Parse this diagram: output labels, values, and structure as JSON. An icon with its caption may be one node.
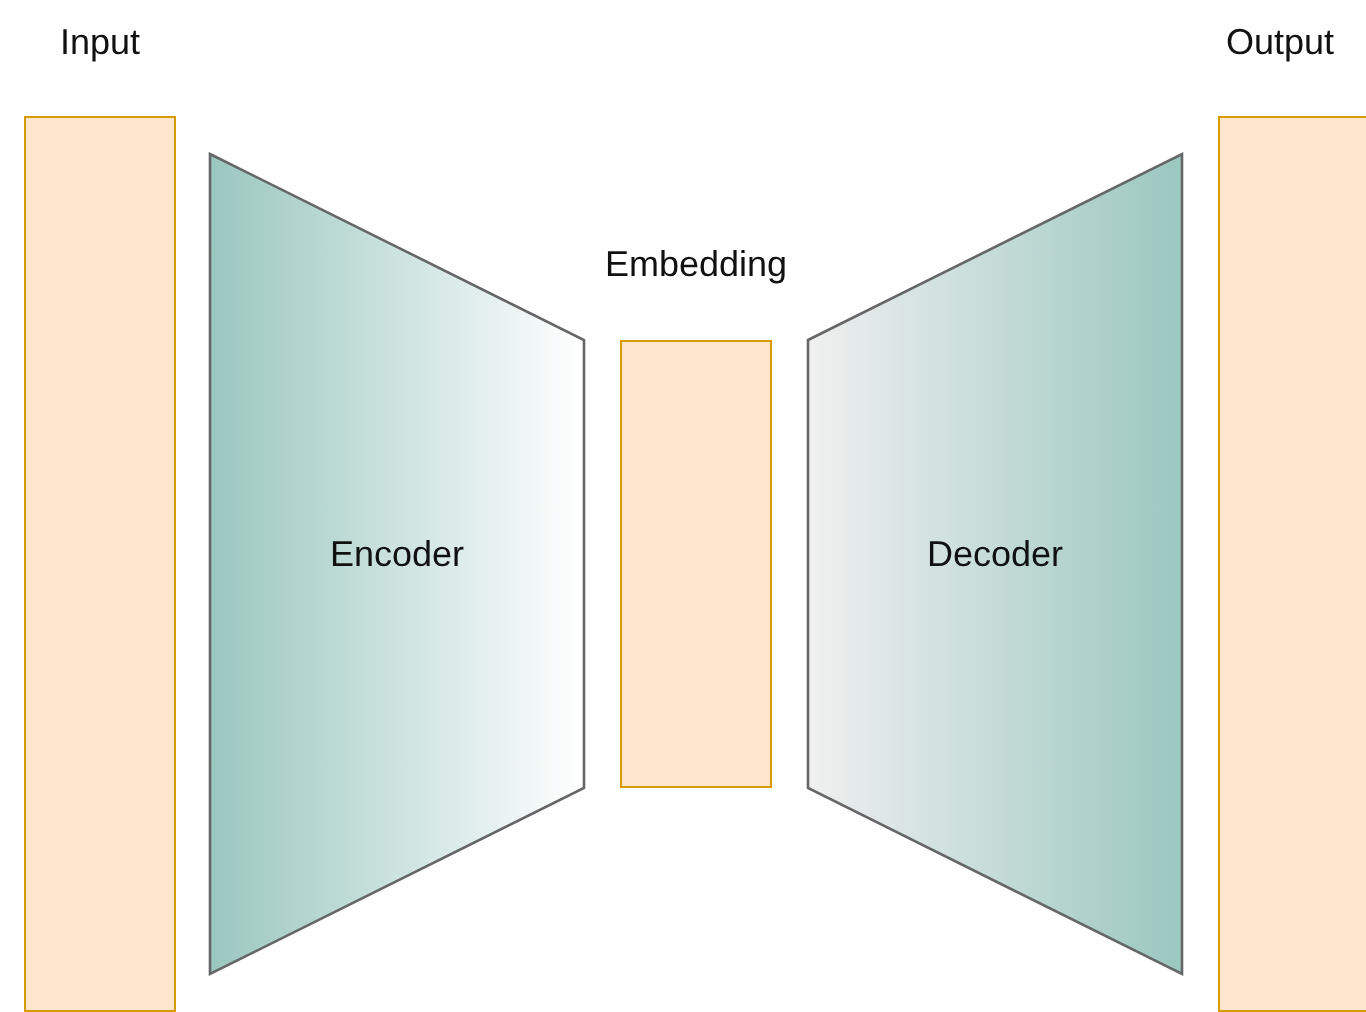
{
  "diagram": {
    "nodes": [
      {
        "text": [
          "Input"
        ]
      },
      {
        "text": [
          "Encoder"
        ]
      },
      {
        "text": [
          "Embedding"
        ]
      },
      {
        "text": [
          "Decoder"
        ]
      },
      {
        "text": [
          "Output"
        ]
      }
    ]
  }
}
